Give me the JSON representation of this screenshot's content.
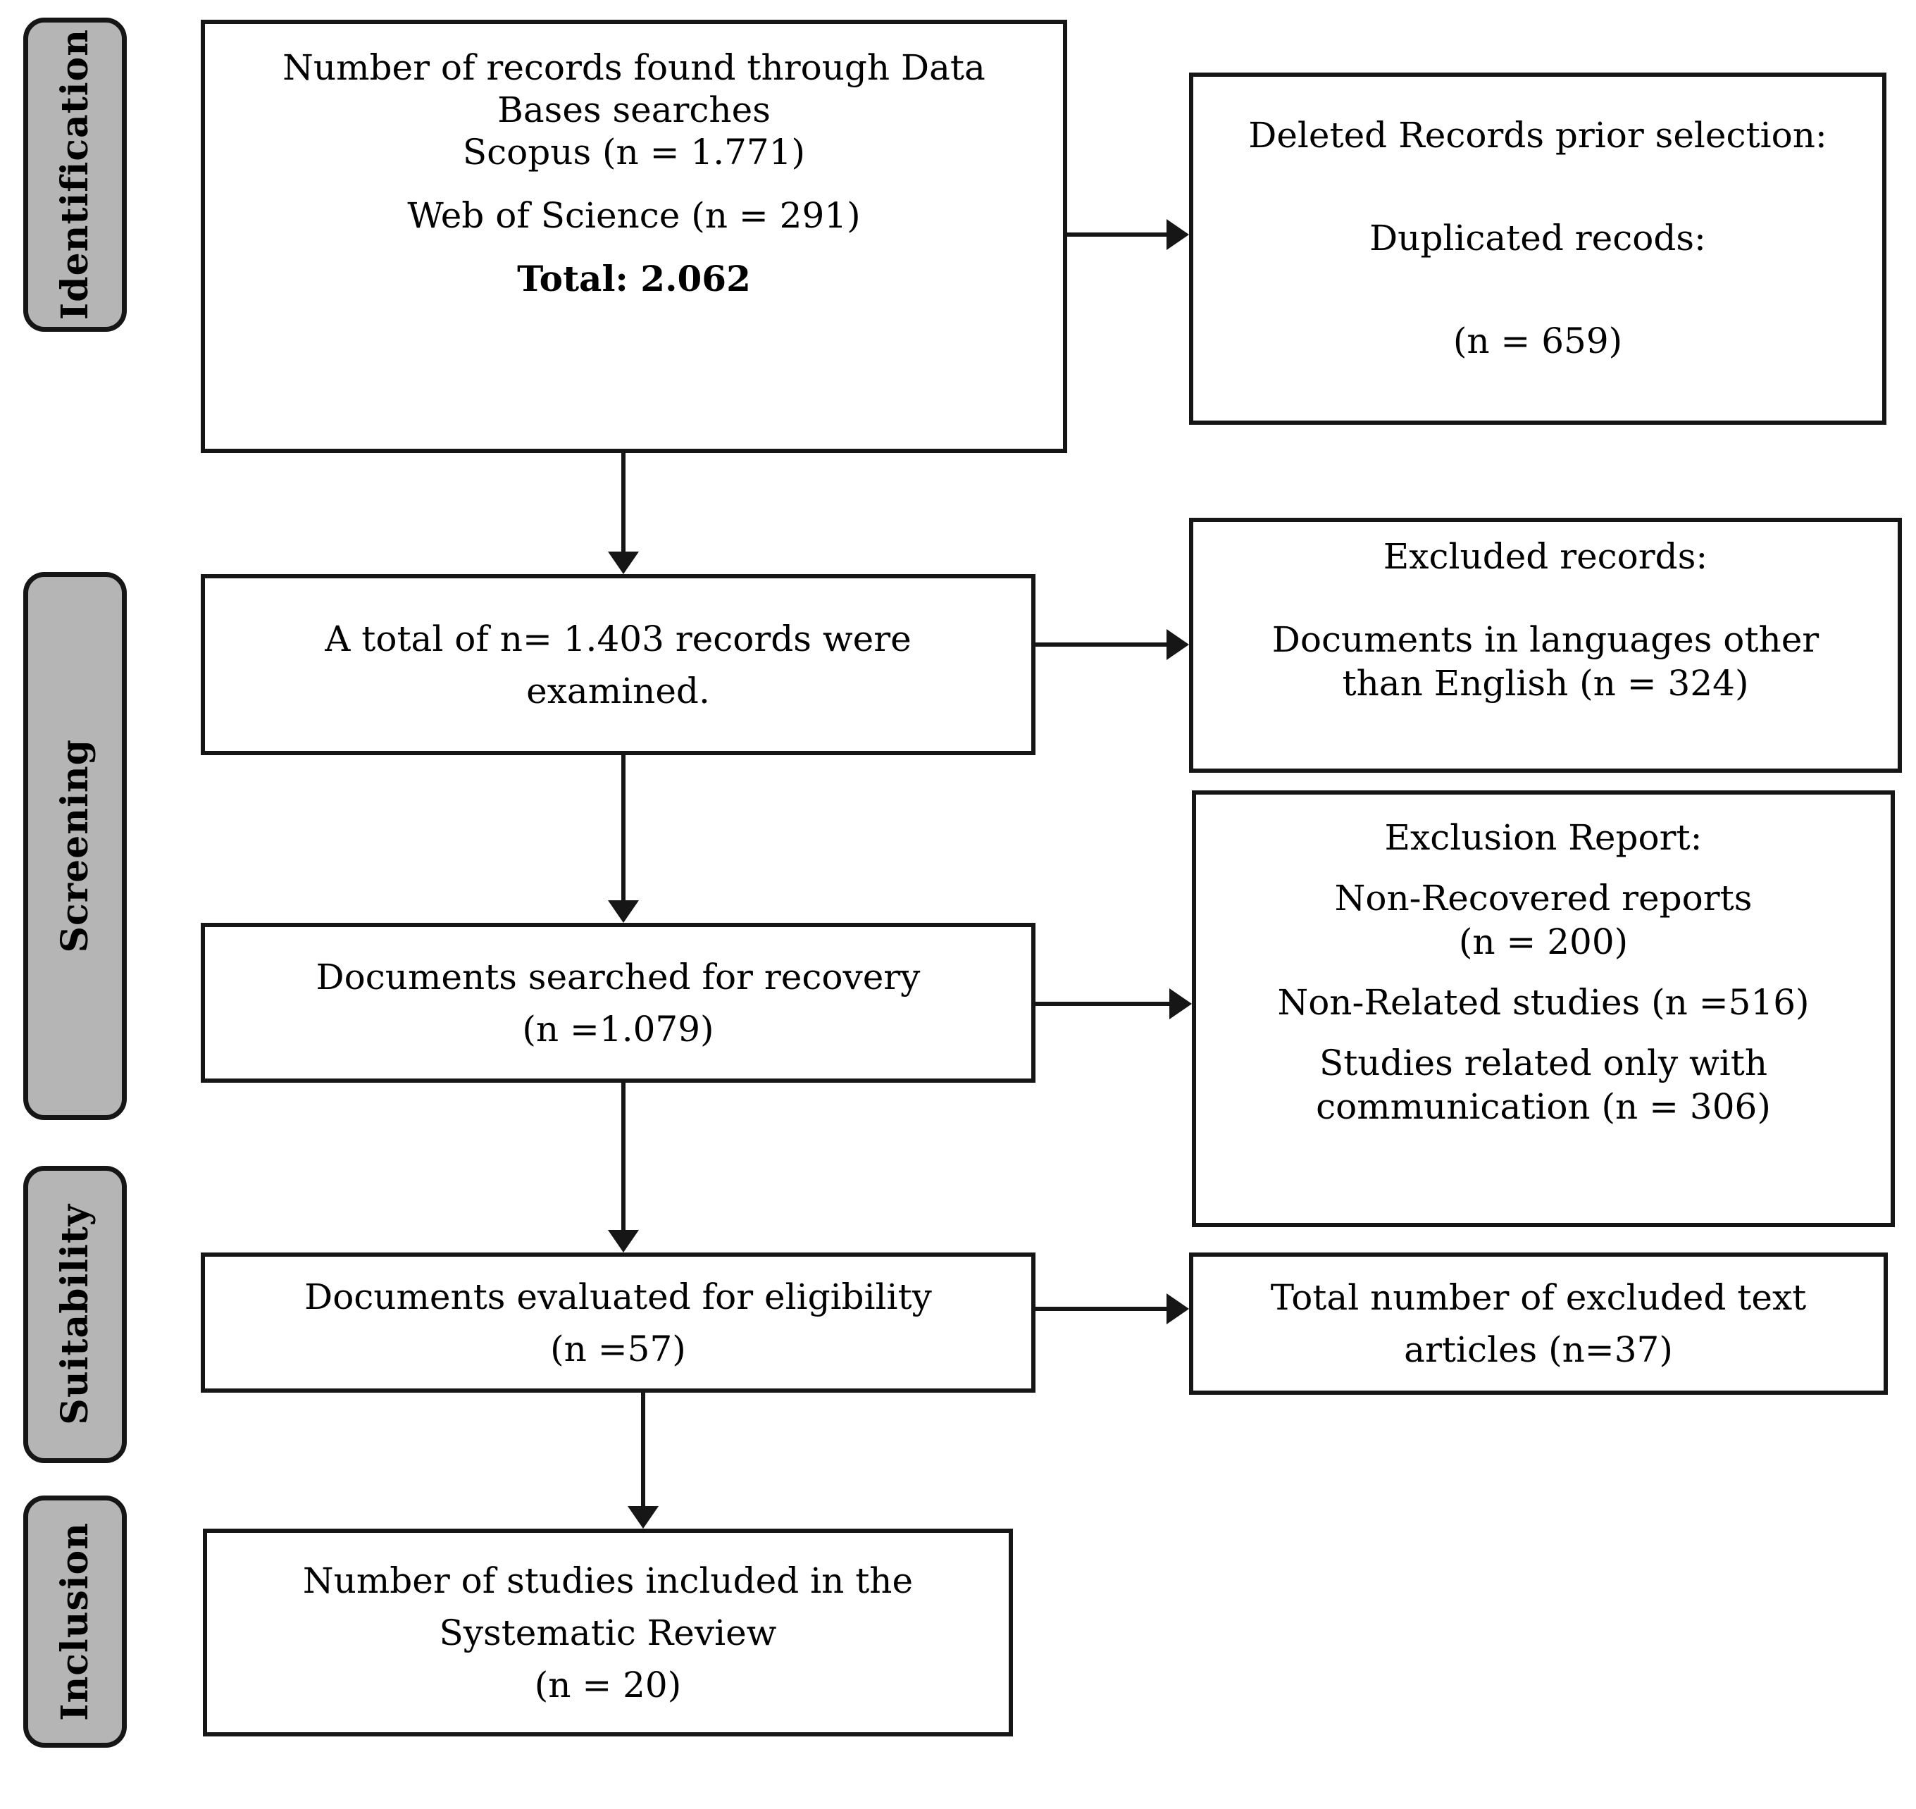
{
  "diagram": {
    "title": "PRISMA systematic review flow diagram",
    "colors": {
      "stage_fill": "#b5b5b5",
      "border": "#161616",
      "box_fill": "#ffffff",
      "text": "#000000",
      "arrow": "#161616"
    },
    "stages": [
      {
        "id": "identification",
        "label": "Identification"
      },
      {
        "id": "screening",
        "label": "Screening"
      },
      {
        "id": "suitability",
        "label": "Suitability"
      },
      {
        "id": "inclusion",
        "label": "Inclusion"
      }
    ],
    "boxes": {
      "records_found": {
        "lines": [
          "Number of records found through Data",
          "Bases searches",
          "Scopus (n = 1.771)",
          "Web of Science (n = 291)"
        ],
        "total": "Total: 2.062"
      },
      "records_examined": {
        "lines": [
          "A total of n= 1.403 records were",
          "examined."
        ]
      },
      "searched_recovery": {
        "lines": [
          "Documents searched for recovery",
          "(n =1.079)"
        ]
      },
      "evaluated_eligibility": {
        "lines": [
          "Documents evaluated for eligibility",
          "(n =57)"
        ]
      },
      "included_studies": {
        "lines": [
          "Number of studies included in the",
          "Systematic Review",
          "(n = 20)"
        ]
      },
      "deleted_records": {
        "lines": [
          "Deleted Records prior selection:",
          "Duplicated recods:",
          "(n = 659)"
        ]
      },
      "excluded_records": {
        "lines": [
          "Excluded records:",
          "Documents in languages other",
          "than English (n = 324)"
        ]
      },
      "exclusion_report": {
        "lines": [
          "Exclusion Report:",
          "Non-Recovered reports",
          "(n = 200)",
          "Non-Related studies (n =516)",
          "Studies related only with",
          "communication (n = 306)"
        ]
      },
      "excluded_articles": {
        "lines": [
          "Total number of excluded text",
          "articles (n=37)"
        ]
      }
    }
  }
}
